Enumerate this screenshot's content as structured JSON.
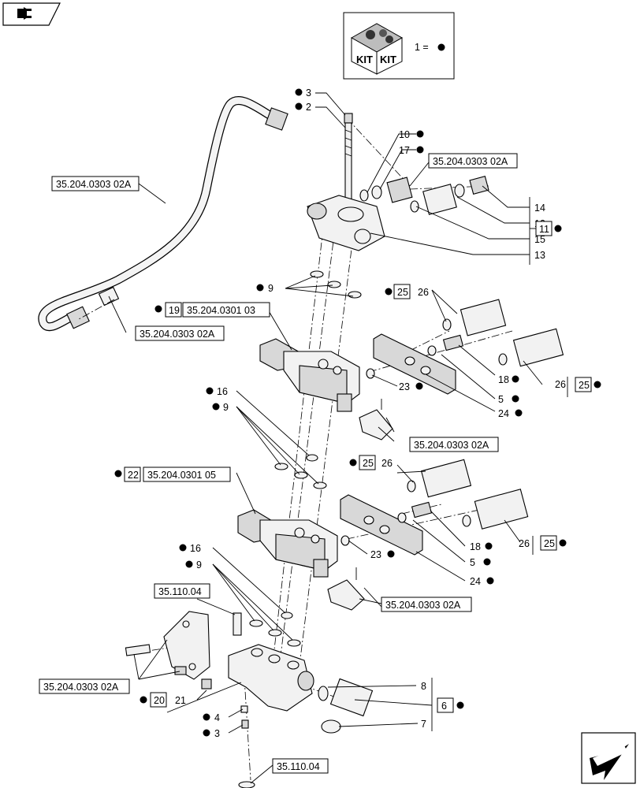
{
  "header": {
    "nav_icon": "book-arrow-icon",
    "kit_label_left": "KIT",
    "kit_label_right": "KIT",
    "kit_legend": "1 ="
  },
  "footer": {
    "next_icon": "next-page-arrow-icon"
  },
  "references": {
    "r1": "35.204.0303 02A",
    "r2": "35.204.0303 02A",
    "r3": "35.204.0303 02A",
    "r4": "35.204.0301 03",
    "r5": "35.204.0303 02A",
    "r6": "35.204.0301 05",
    "r7": "35.204.0303 02A",
    "r8": "35.110.04",
    "r9": "35.204.0303 02A",
    "r10": "35.110.04"
  },
  "callouts": {
    "c3a": "3",
    "c2": "2",
    "c10": "10",
    "c17": "17",
    "c14": "14",
    "c12": "12",
    "c15": "15",
    "c13": "13",
    "c11": "11",
    "c9a": "9",
    "c19": "19",
    "c25a": "25",
    "c26a": "26",
    "c18a": "18",
    "c5a": "5",
    "c26b": "26",
    "c25b": "25",
    "c23a": "23",
    "c24a": "24",
    "c16a": "16",
    "c9b": "9",
    "c22": "22",
    "c25c": "25",
    "c26c": "26",
    "c18b": "18",
    "c5b": "5",
    "c26d": "26",
    "c25d": "25",
    "c23b": "23",
    "c24b": "24",
    "c16b": "16",
    "c9c": "9",
    "c8": "8",
    "c6": "6",
    "c7": "7",
    "c20": "20",
    "c21": "21",
    "c4": "4",
    "c3b": "3"
  }
}
